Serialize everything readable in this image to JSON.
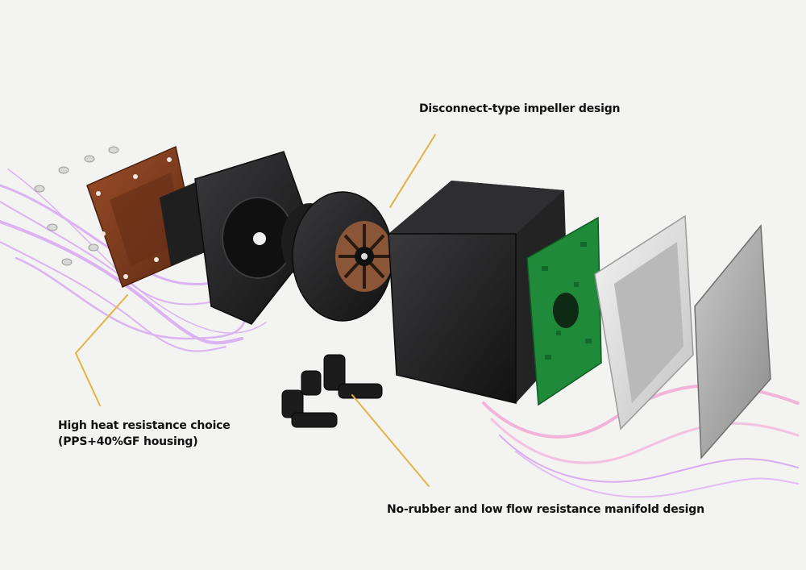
{
  "callouts": {
    "impeller": "Disconnect-type impeller design",
    "housing_line1": "High heat resistance choice",
    "housing_line2": "(PPS+40%GF housing)",
    "manifold": "No-rubber and low flow resistance manifold design"
  },
  "colors": {
    "background": "#f3f3f2",
    "leader_line": "#e3b341",
    "coldplate_copper": "#7a3b1f",
    "pcb_green": "#1f8a3a",
    "pump_housing": "#1b1b1c",
    "accent_purple": "#c77ff0",
    "accent_pink": "#f28ac8"
  }
}
